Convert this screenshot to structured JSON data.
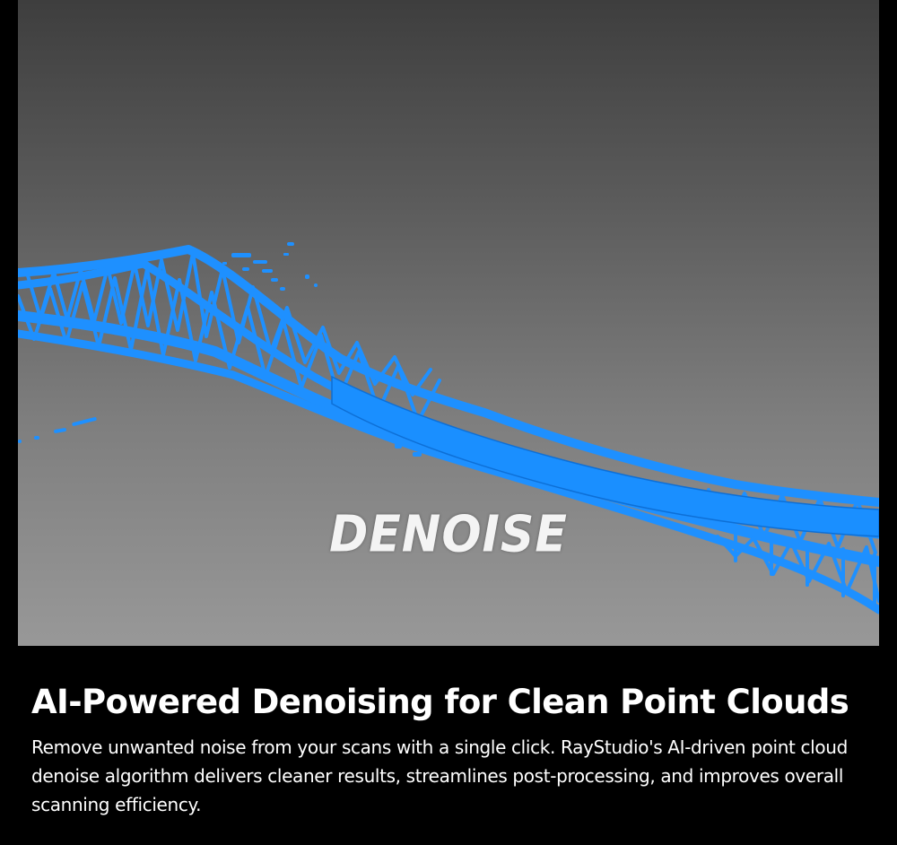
{
  "hero": {
    "overlay_label": "DENOISE",
    "accent_color": "#1a8fff"
  },
  "content": {
    "headline": "AI-Powered Denoising for Clean Point Clouds",
    "description": "Remove unwanted noise from your scans with a single click. RayStudio's AI-driven point cloud denoise algorithm delivers cleaner results, streamlines post-processing, and improves overall scanning efficiency."
  }
}
